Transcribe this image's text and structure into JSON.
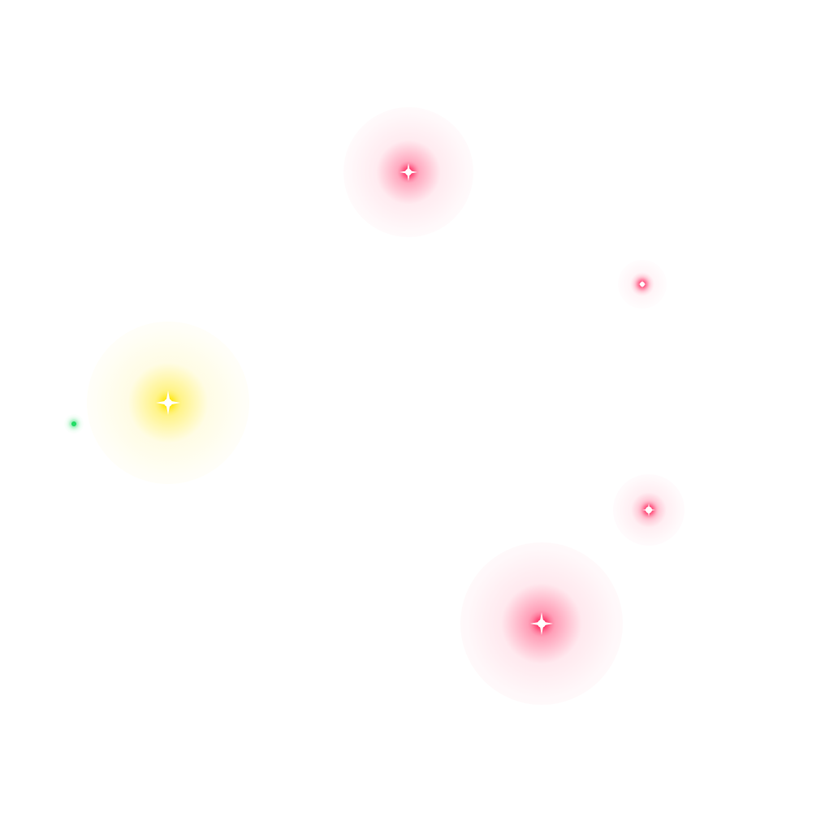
{
  "scene": {
    "background": "#ffffff",
    "lights": [
      {
        "name": "pink-light-top",
        "color": "#ff2d63",
        "tint": "#ff9bb4",
        "intensity": 0.9
      },
      {
        "name": "pink-light-right-small",
        "color": "#ff2d63",
        "tint": "#ffb3c6",
        "intensity": 0.6
      },
      {
        "name": "yellow-light-left",
        "color": "#ffe600",
        "tint": "#fff38a",
        "intensity": 1.0
      },
      {
        "name": "green-light-left",
        "color": "#22dd66",
        "tint": "#9df0b8",
        "intensity": 0.5
      },
      {
        "name": "pink-light-right",
        "color": "#ff2d63",
        "tint": "#ff9bb4",
        "intensity": 0.75
      },
      {
        "name": "pink-light-bottom",
        "color": "#ff2d63",
        "tint": "#ff9bb4",
        "intensity": 1.0
      }
    ]
  }
}
